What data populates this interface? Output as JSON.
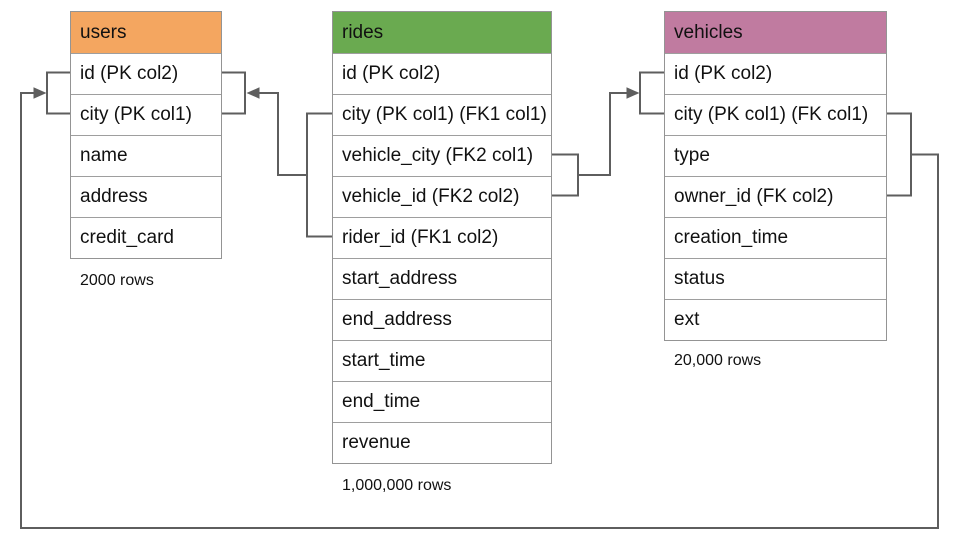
{
  "diagram": {
    "kind": "database schema diagram"
  },
  "colors": {
    "users_header": "#F4A660",
    "rides_header": "#6AAA50",
    "vehicles_header": "#C07BA0",
    "connector": "#5E5E5E",
    "table_border": "#949494"
  },
  "tables": {
    "users": {
      "name": "users",
      "columns": [
        "id (PK col2)",
        "city (PK col1)",
        "name",
        "address",
        "credit_card"
      ],
      "row_count": "2000 rows"
    },
    "rides": {
      "name": "rides",
      "columns": [
        "id (PK col2)",
        "city (PK col1) (FK1 col1)",
        "vehicle_city (FK2 col1)",
        "vehicle_id (FK2 col2)",
        "rider_id (FK1 col2)",
        "start_address",
        "end_address",
        "start_time",
        "end_time",
        "revenue"
      ],
      "row_count": "1,000,000 rows"
    },
    "vehicles": {
      "name": "vehicles",
      "columns": [
        "id (PK col2)",
        "city (PK col1) (FK col1)",
        "type",
        "owner_id (FK col2)",
        "creation_time",
        "status",
        "ext"
      ],
      "row_count": "20,000 rows"
    }
  },
  "relationships": [
    {
      "from": "rides (city FK1 col1, rider_id FK1 col2)",
      "to": "users (id PK col2, city PK col1)"
    },
    {
      "from": "rides (vehicle_city FK2 col1, vehicle_id FK2 col2)",
      "to": "vehicles (id PK col2, city PK col1)"
    },
    {
      "from": "vehicles (city FK col1, owner_id FK col2)",
      "to": "users (id PK col2, city PK col1)"
    }
  ]
}
